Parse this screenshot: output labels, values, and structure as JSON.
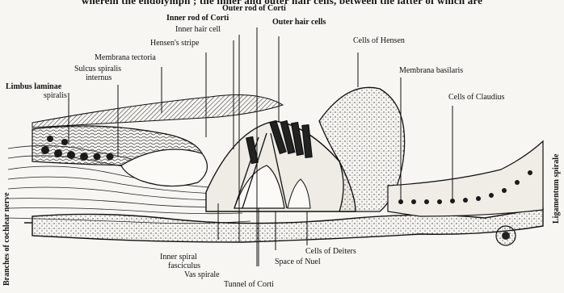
{
  "header_fragment": "wherein the endolymph ; the inner and outer hair cells, between the latter of which are",
  "labels": {
    "outer_rod_of_corti": "Outer rod of Corti",
    "inner_rod_of_corti": "Inner rod of Corti",
    "outer_hair_cells": "Outer hair cells",
    "inner_hair_cell": "Inner hair cell",
    "hensens_stripe": "Hensen's stripe",
    "membrana_tectoria": "Membrana tectoria",
    "sulcus_spiralis_internus_1": "Sulcus spiralis",
    "sulcus_spiralis_internus_2": "internus",
    "limbus_1": "Limbus laminae",
    "limbus_2": "spiralis",
    "cells_of_hensen": "Cells of Hensen",
    "membrana_basilaris": "Membrana basilaris",
    "cells_of_claudius": "Cells of Claudius",
    "inner_spiral_fasciculus_1": "Inner spiral",
    "inner_spiral_fasciculus_2": "fasciculus",
    "vas_spirale": "Vas spirale",
    "tunnel_of_corti": "Tunnel of Corti",
    "space_of_nuel": "Space of Nuel",
    "cells_of_deiters": "Cells of Deiters",
    "branches_of_cochlear_nerve": "Branches of cochlear nerve",
    "ligamentum_spirale": "Ligamentum spirale"
  },
  "colors": {
    "ink": "#111111",
    "paper": "#f7f6f2",
    "hatch": "#2a2a2a"
  }
}
